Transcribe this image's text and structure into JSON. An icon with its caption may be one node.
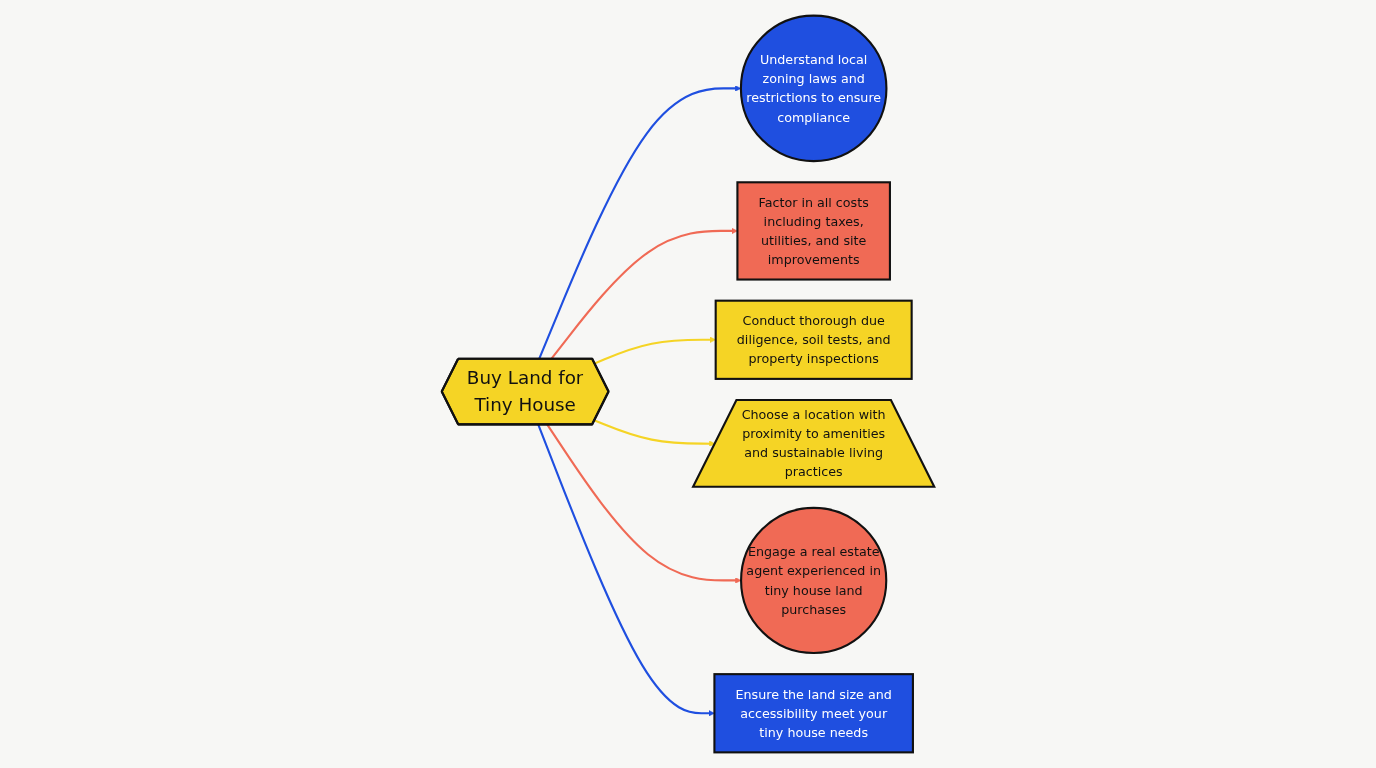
{
  "diagram": {
    "nodes": [
      {
        "text": [
          "Buy Land for Tiny House"
        ]
      },
      {
        "text": [
          "Understand local zoning laws and restrictions to ensure compliance"
        ]
      },
      {
        "text": [
          "Factor in all costs including taxes, utilities, and site improvements"
        ]
      },
      {
        "text": [
          "Conduct thorough due diligence, soil tests, and property inspections"
        ]
      },
      {
        "text": [
          "Choose a location with proximity to amenities and sustainable living practices"
        ]
      },
      {
        "text": [
          "Engage a real estate agent experienced in tiny house land purchases"
        ]
      },
      {
        "text": [
          "Ensure the land size and accessibility meet your tiny house needs"
        ]
      }
    ],
    "edges": [
      {
        "from": 0,
        "to": 1,
        "arrow": "to",
        "color": "#1f4fe0"
      },
      {
        "from": 0,
        "to": 2,
        "arrow": "to",
        "color": "#f06a55"
      },
      {
        "from": 0,
        "to": 3,
        "arrow": "to",
        "color": "#f5d425"
      },
      {
        "from": 0,
        "to": 4,
        "arrow": "to",
        "color": "#f5d425"
      },
      {
        "from": 0,
        "to": 5,
        "arrow": "to",
        "color": "#f06a55"
      },
      {
        "from": 0,
        "to": 6,
        "arrow": "to",
        "color": "#1f4fe0"
      }
    ]
  }
}
